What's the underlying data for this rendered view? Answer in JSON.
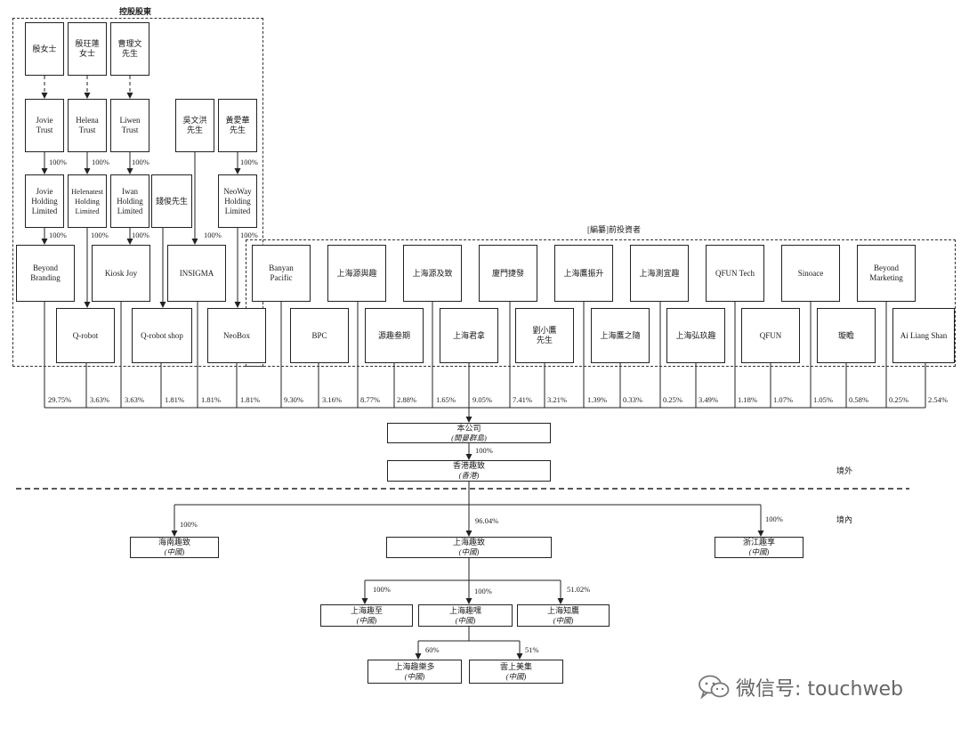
{
  "labels": {
    "controlling": "控股股東",
    "preipo": "[編纂]前投資者",
    "overseas": "境外",
    "domestic": "境內"
  },
  "nodes": {
    "yin_nvshi": "殷女士",
    "yin_lianhe": "殷玨蓮\n女士",
    "cao_liwen": "曹理文\n先生",
    "jovie_trust": "Jovie\nTrust",
    "helena_trust": "Helena\nTrust",
    "liwen_trust": "Liwen\nTrust",
    "wu_wenhong": "吳文洪\n先生",
    "huang_aihua": "黃愛華\n先生",
    "jovie_holding": "Jovie\nHolding\nLimited",
    "helenatest": "Helenatest\nHolding\nLimited",
    "iwan_holding": "Iwan\nHolding\nLimited",
    "qian_jun": "錢俊先生",
    "neoway": "NeoWay\nHolding\nLimited",
    "beyond_branding": "Beyond\nBranding",
    "kiosk_joy": "Kiosk Joy",
    "insigma": "INSIGMA",
    "q_robot": "Q-robot",
    "q_robot_shop": "Q-robot shop",
    "neobox": "NeoBox",
    "banyan": "Banyan\nPacific",
    "sh_yuanquqi": "上海源與趣",
    "sh_yuanjizhi": "上海源及致",
    "xiamen_jiefa": "廈門捷發",
    "sh_yingzhensheng": "上海鷹振升",
    "sh_cexuanqu": "上海測宜趣",
    "qfun_tech": "QFUN Tech",
    "sinoace": "Sinoace",
    "beyond_marketing": "Beyond\nMarketing",
    "bpc": "BPC",
    "yuanqu_canqi": "源趣叁期",
    "sh_junyu": "上海君拿",
    "liu_xiaoying": "劉小鷹\n先生",
    "sh_yingzhisui": "上海鷹之隨",
    "sh_hongjiuqu": "上海弘玖趣",
    "qfun": "QFUN",
    "xuanjing": "璇瞻",
    "ai_liang_shan": "Ai Liang Shan",
    "company": "本公司",
    "company_sub": "(開曼群島)",
    "hk_quzhi": "香港趣致",
    "hk_quzhi_sub": "(香港)",
    "hainan_quzhi": "海南趣致",
    "hainan_sub": "(中國)",
    "sh_quzhi": "上海趣致",
    "sh_quzhi_sub": "(中國)",
    "zhejiang_quxiang": "浙江趣享",
    "zhejiang_sub": "(中國)",
    "sh_quzhi2": "上海趣至",
    "sh_quzhi2_sub": "(中國)",
    "sh_qumei": "上海趣嘿",
    "sh_qumei_sub": "(中國)",
    "sh_zhiying": "上海知鷹",
    "sh_zhiying_sub": "(中國)",
    "sh_quleduo": "上海趣樂多",
    "sh_quleduo_sub": "(中國)",
    "yunshang_meiji": "雲上美集",
    "yunshang_sub": "(中國)"
  },
  "percentages": {
    "p_jovie": "100%",
    "p_helena": "100%",
    "p_iwan": "100%",
    "p_neoway": "100%",
    "p_beyond_branding": "100%",
    "p_kiosk_joy": "100%",
    "p_iwan_kiosk": "100%",
    "p_insigma": "100%",
    "p_neoway_neobox": "100%",
    "s_beyond": "29.75%",
    "s_qrobot": "3.63%",
    "s_kiosk": "3.63%",
    "s_qrobotshop": "1.81%",
    "s_insigma": "1.81%",
    "s_neobox": "1.81%",
    "s_banyan": "9.30%",
    "s_bpc": "3.16%",
    "s_yuanquqi": "8.77%",
    "s_yuanqu_canqi": "2.88%",
    "s_yuanjizhi": "1.65%",
    "s_junyu": "9.05%",
    "s_xiamen": "7.41%",
    "s_liu": "3.21%",
    "s_yingzhensheng": "1.39%",
    "s_yingzhisui": "0.33%",
    "s_cexuanqu": "0.25%",
    "s_hongjiuqu": "3.49%",
    "s_qfun_tech": "1.18%",
    "s_qfun": "1.07%",
    "s_sinoace": "1.05%",
    "s_xuanjing": "0.58%",
    "s_beyond_marketing": "0.25%",
    "s_ai_liang_shan": "2.54%",
    "p_hk": "100%",
    "p_hainan": "100%",
    "p_sh_quzhi": "96.04%",
    "p_zhejiang": "100%",
    "p_sh_quzhi2": "100%",
    "p_sh_qumei": "100%",
    "p_sh_zhiying": "51.02%",
    "p_quleduo": "60%",
    "p_yunshang": "51%"
  },
  "watermark": "微信号: touchweb"
}
